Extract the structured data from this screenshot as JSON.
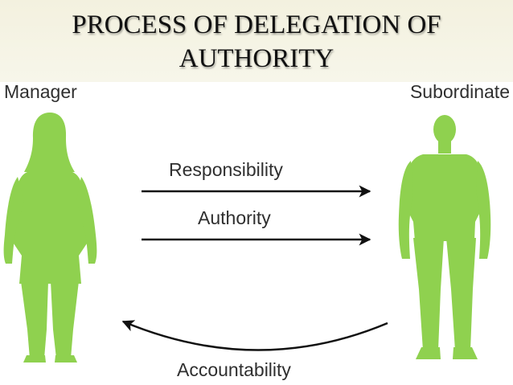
{
  "title": {
    "line1": "PROCESS OF DELEGATION OF",
    "line2": "AUTHORITY"
  },
  "roles": {
    "left": "Manager",
    "right": "Subordinate"
  },
  "arrows": {
    "responsibility": "Responsibility",
    "authority": "Authority",
    "accountability": "Accountability"
  },
  "colors": {
    "figure": "#8fd14f",
    "title_band": "#f3f1df",
    "arrow": "#111111"
  },
  "icons": {
    "left_figure": "female-silhouette-icon",
    "right_figure": "male-silhouette-icon"
  }
}
